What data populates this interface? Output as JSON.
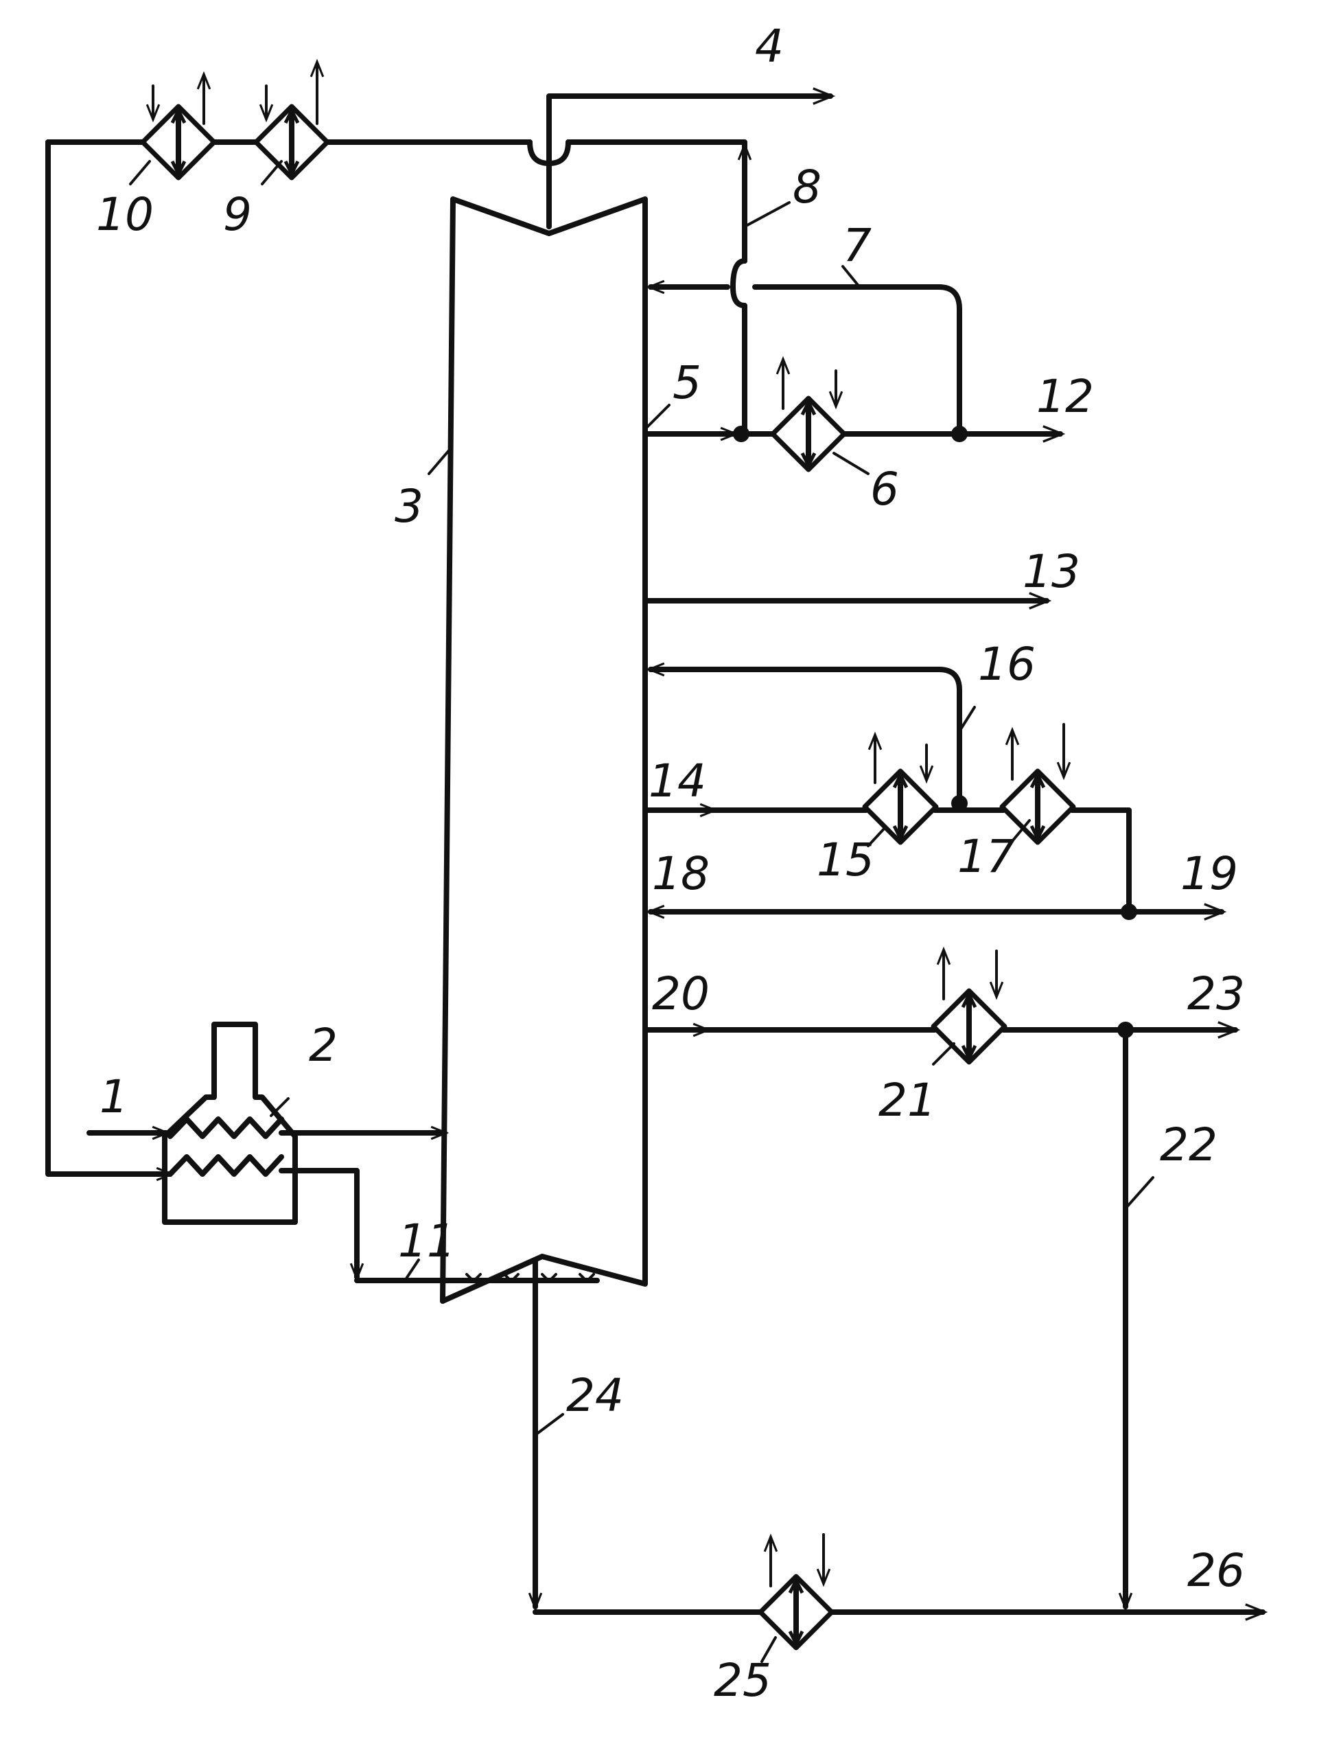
{
  "labels": {
    "l1": "1",
    "l2": "2",
    "l3": "3",
    "l4": "4",
    "l5": "5",
    "l6": "6",
    "l7": "7",
    "l8": "8",
    "l9": "9",
    "l10": "10",
    "l11": "11",
    "l12": "12",
    "l13": "13",
    "l14": "14",
    "l15": "15",
    "l16": "16",
    "l17": "17",
    "l18": "18",
    "l19": "19",
    "l20": "20",
    "l21": "21",
    "l22": "22",
    "l23": "23",
    "l24": "24",
    "l25": "25",
    "l26": "26"
  },
  "colors": {
    "ink": "#111111",
    "background": "#ffffff"
  },
  "heat_exchanger_icon": "diamond-heat-exchanger-icon",
  "furnace_icon": "tube-furnace-icon"
}
